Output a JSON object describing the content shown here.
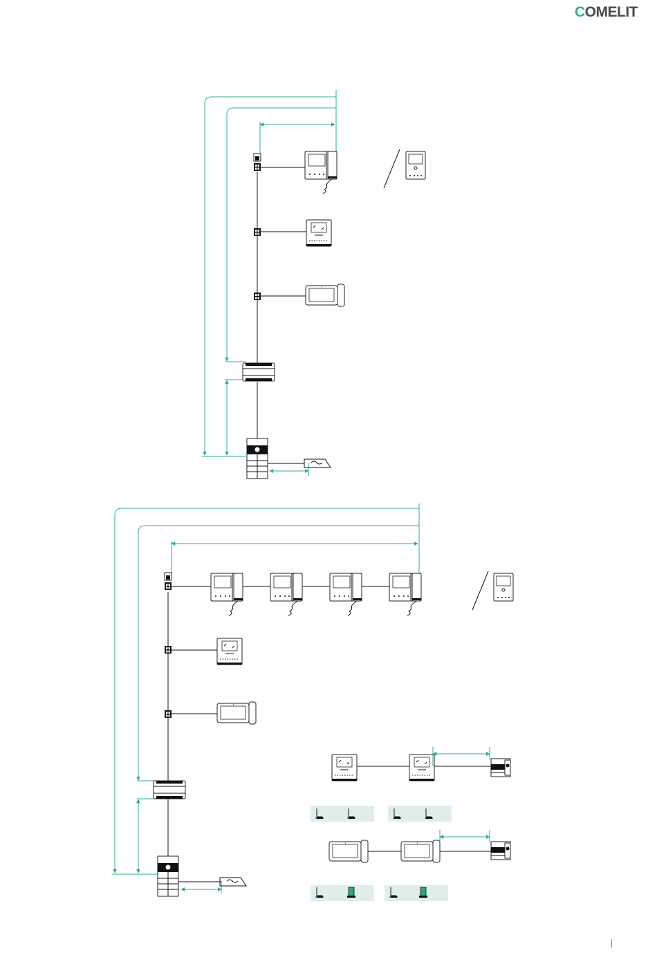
{
  "header": {
    "brand": "COMELIT",
    "brand_initial": "C",
    "brand_rest": "OMELIT",
    "brand_color": "#2eae8f"
  },
  "colors": {
    "accent": "#2eae8f",
    "line": "#111111",
    "swatch": "#dfeee8",
    "green_part": "#2aa876"
  },
  "diagram_top": {
    "handset_monitors": 1,
    "alternative_monitors": 1,
    "hands_free_monitors": 1,
    "touch_monitors": 1,
    "riser_connectors": 4,
    "power_supplies": 1,
    "entrance_panels": 1,
    "lock_outputs": 1
  },
  "diagram_bottom": {
    "handset_monitors": 4,
    "alternative_monitors": 1,
    "hands_free_monitors": 1,
    "touch_monitors": 1,
    "riser_connectors": 4,
    "power_supplies": 1,
    "entrance_panels": 1,
    "lock_outputs": 1
  },
  "inset_hands_free": {
    "monitors": 2,
    "terminal_device": 1
  },
  "inset_touch": {
    "monitors": 2,
    "terminal_device": 1
  }
}
